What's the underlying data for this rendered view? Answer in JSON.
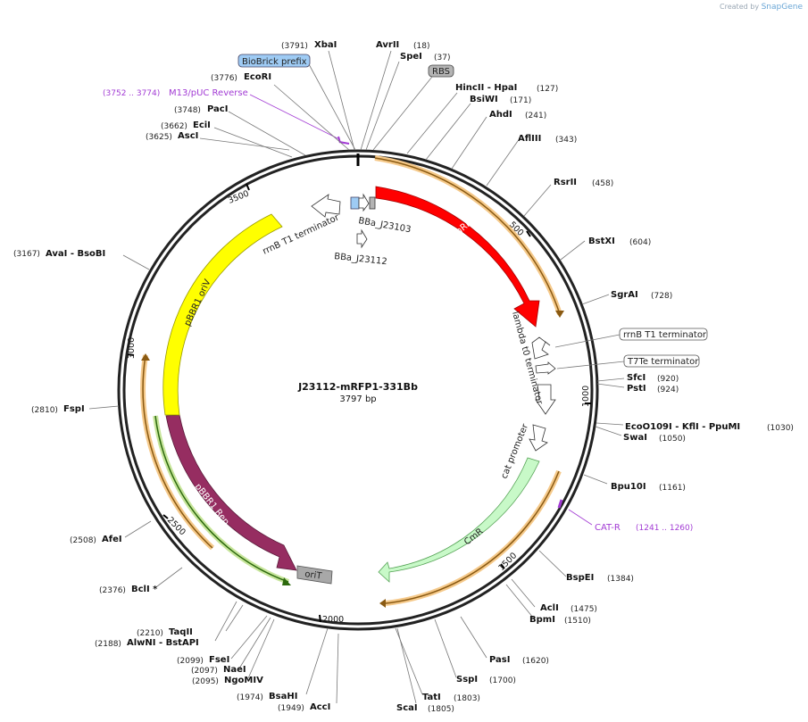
{
  "app": {
    "credit_prefix": "Created by",
    "credit_brand": "SnapGene"
  },
  "plasmid": {
    "name": "J23112-mRFP1-331Bb",
    "size_label": "3797 bp",
    "length": 3797
  },
  "ticks": [
    "500",
    "1000",
    "1500",
    "2000",
    "2500",
    "3000",
    "3500"
  ],
  "features": [
    {
      "name": "mRFP1",
      "label": "mRFP1",
      "color": "#ff0000",
      "type": "arrow"
    },
    {
      "name": "CmR",
      "label": "CmR",
      "color": "#c8f9c8",
      "type": "arrow"
    },
    {
      "name": "pBBR1 Rep",
      "label": "pBBR1 Rep",
      "color": "#962d61",
      "type": "arrow"
    },
    {
      "name": "pBBR1 oriV",
      "label": "pBBR1 oriV",
      "color": "#ffff00",
      "type": "block"
    },
    {
      "name": "oriT",
      "label": "oriT",
      "color": "#a8a8a8",
      "type": "box"
    },
    {
      "name": "lambda t0 terminator",
      "label": "lambda t0 terminator",
      "color": "#ffffff",
      "type": "terminator"
    },
    {
      "name": "cat promoter",
      "label": "cat promoter",
      "color": "#ffffff",
      "type": "promoter"
    },
    {
      "name": "rrnB T1 terminator",
      "label": "rrnB T1 terminator",
      "color": "#ffffff",
      "type": "terminator"
    },
    {
      "name": "BBa_J23103",
      "label": "BBa_J23103",
      "color": "#ffffff",
      "type": "promoter"
    },
    {
      "name": "BBa_J23112",
      "label": "BBa_J23112",
      "color": "#ffffff",
      "type": "promoter"
    },
    {
      "name": "BioBrick prefix",
      "label": "BioBrick prefix",
      "color": "#9ecbf4",
      "type": "misc"
    },
    {
      "name": "RBS",
      "label": "RBS",
      "color": "#b4b4b4",
      "type": "misc"
    },
    {
      "name": "rrnB T1 terminator (outer)",
      "label": "rrnB T1 terminator",
      "color": "#ffffff",
      "type": "terminator"
    },
    {
      "name": "T7Te terminator",
      "label": "T7Te terminator",
      "color": "#ffffff",
      "type": "terminator"
    }
  ],
  "primers": [
    {
      "name": "M13/pUC Reverse",
      "range": "(3752 .. 3774)",
      "color": "#a23bd4"
    },
    {
      "name": "CAT-R",
      "range": "(1241 .. 1260)",
      "color": "#a23bd4"
    }
  ],
  "sites": [
    {
      "name": "XbaI",
      "pos": "(3791)"
    },
    {
      "name": "AvrII",
      "pos": "(18)"
    },
    {
      "name": "SpeI",
      "pos": "(37)"
    },
    {
      "name": "EcoRI",
      "pos": "(3776)"
    },
    {
      "name": "HincII  - HpaI",
      "pos": "(127)"
    },
    {
      "name": "BsiWI",
      "pos": "(171)"
    },
    {
      "name": "AhdI",
      "pos": "(241)"
    },
    {
      "name": "PacI",
      "pos": "(3748)"
    },
    {
      "name": "EciI",
      "pos": "(3662)"
    },
    {
      "name": "AscI",
      "pos": "(3625)"
    },
    {
      "name": "AflIII",
      "pos": "(343)"
    },
    {
      "name": "RsrII",
      "pos": "(458)"
    },
    {
      "name": "BstXI",
      "pos": "(604)"
    },
    {
      "name": "AvaI   - BsoBI",
      "pos": "(3167)"
    },
    {
      "name": "SgrAI",
      "pos": "(728)"
    },
    {
      "name": "SfcI",
      "pos": "(920)"
    },
    {
      "name": "PstI",
      "pos": "(924)"
    },
    {
      "name": "FspI",
      "pos": "(2810)"
    },
    {
      "name": "EcoO109I   - KflI   - PpuMI",
      "pos": "(1030)"
    },
    {
      "name": "SwaI",
      "pos": "(1050)"
    },
    {
      "name": "Bpu10I",
      "pos": "(1161)"
    },
    {
      "name": "AfeI",
      "pos": "(2508)"
    },
    {
      "name": "BspEI",
      "pos": "(1384)"
    },
    {
      "name": "BclI *",
      "pos": "(2376)"
    },
    {
      "name": "AclI",
      "pos": "(1475)"
    },
    {
      "name": "BpmI",
      "pos": "(1510)"
    },
    {
      "name": "TaqII",
      "pos": "(2210)"
    },
    {
      "name": "AlwNI   - BstAPI",
      "pos": "(2188)"
    },
    {
      "name": "PasI",
      "pos": "(1620)"
    },
    {
      "name": "FseI",
      "pos": "(2099)"
    },
    {
      "name": "NaeI",
      "pos": "(2097)"
    },
    {
      "name": "NgoMIV",
      "pos": "(2095)"
    },
    {
      "name": "SspI",
      "pos": "(1700)"
    },
    {
      "name": "BsaHI",
      "pos": "(1974)"
    },
    {
      "name": "TatI",
      "pos": "(1803)"
    },
    {
      "name": "AccI",
      "pos": "(1949)"
    },
    {
      "name": "ScaI",
      "pos": "(1805)"
    }
  ]
}
